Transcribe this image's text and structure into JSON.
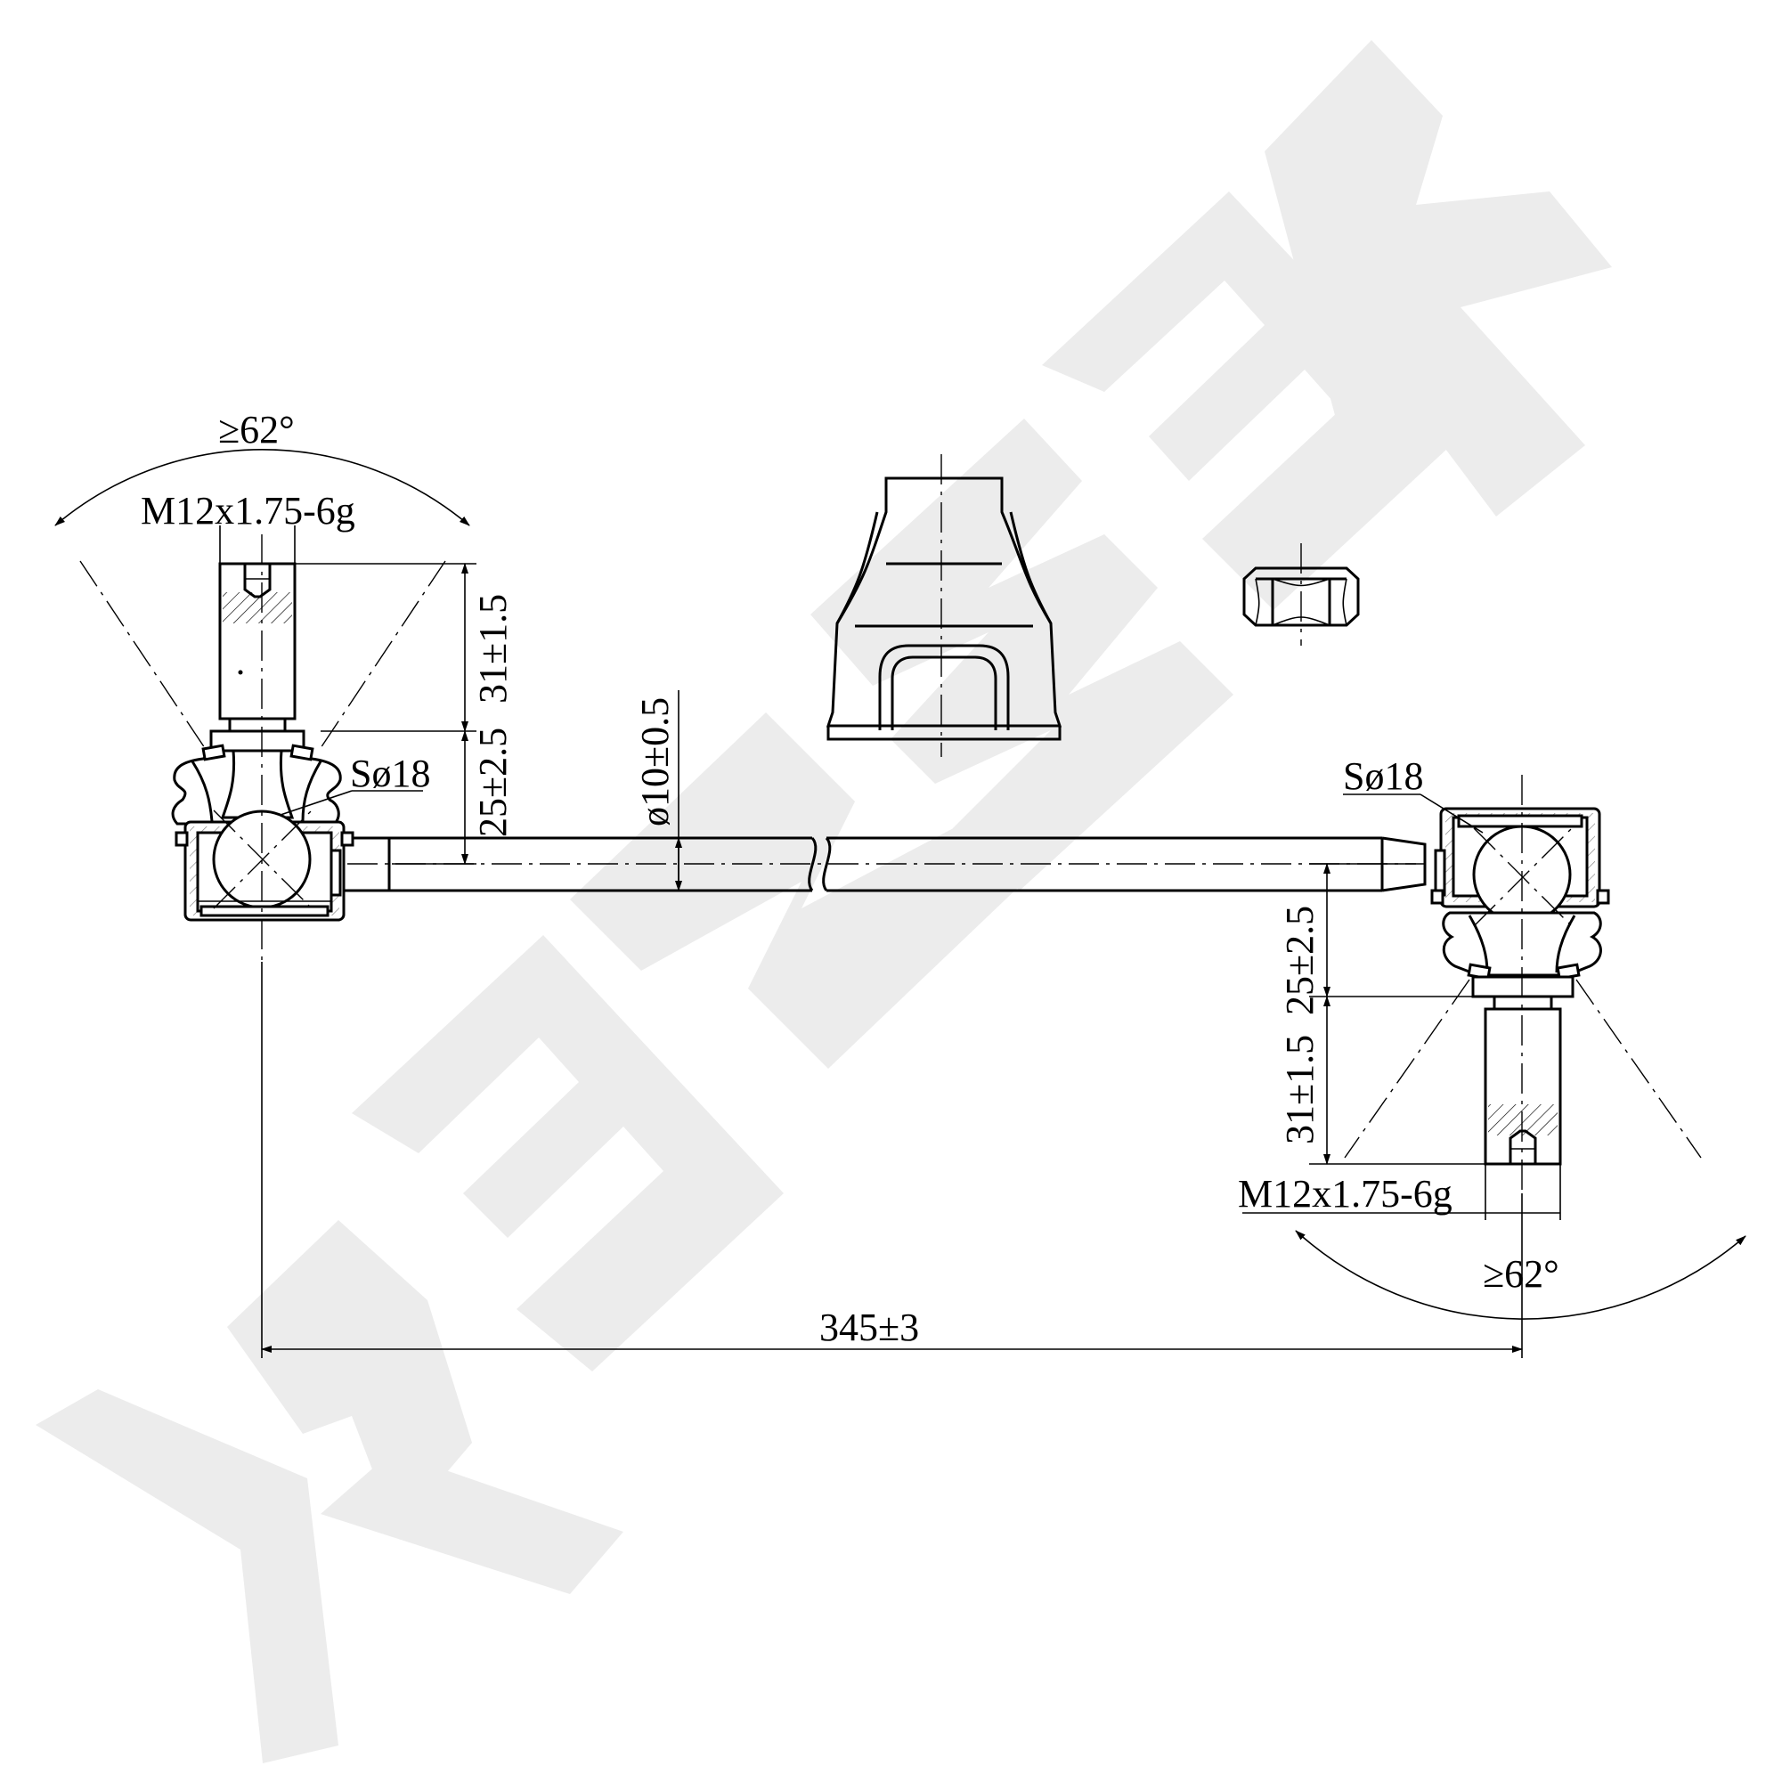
{
  "watermark": {
    "color": "#ececec"
  },
  "left_joint": {
    "angle_label": "≥62°",
    "thread_label": "M12x1.75-6g",
    "stud_length_label": "31±1.5",
    "height_label": "25±2.5",
    "ball_label": "Sø18"
  },
  "right_joint": {
    "angle_label": "≥62°",
    "thread_label": "M12x1.75-6g",
    "stud_length_label": "31±1.5",
    "height_label": "25±2.5",
    "ball_label": "Sø18"
  },
  "rod": {
    "diameter_label": "ø10±0.5"
  },
  "overall": {
    "length_label": "345±3"
  }
}
